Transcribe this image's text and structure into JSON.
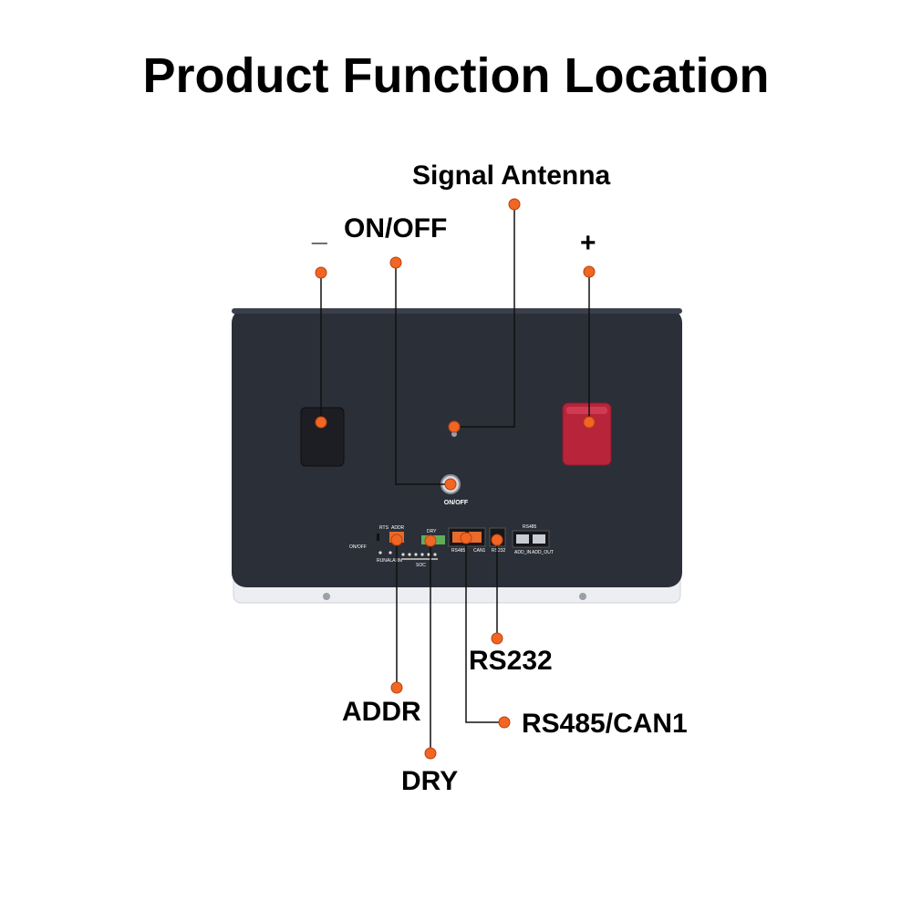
{
  "title": "Product Function Location",
  "colors": {
    "marker": "#f26522",
    "line": "#111111",
    "housing": "#2b2f38",
    "positive_terminal": "#b8243a",
    "negative_terminal": "#1e2026",
    "base": "#e9ebef"
  },
  "callouts": {
    "minus": "_",
    "onoff": "ON/OFF",
    "antenna": "Signal Antenna",
    "plus": "+",
    "rs232": "RS232",
    "addr": "ADDR",
    "rs485_can1": "RS485/CAN1",
    "dry": "DRY"
  },
  "panel_labels": {
    "onoff_button": "ON/OFF",
    "rts": "RTS",
    "addr": "ADDR",
    "dry": "DRY",
    "onoff_small": "ON/OFF",
    "run": "RUN",
    "alarm": "ALARM",
    "soc": "SOC",
    "rs485": "RS485",
    "can1": "CAN1",
    "rs232": "RS232",
    "rs485_group": "RS485",
    "add_in": "ADD_IN",
    "add_out": "ADD_OUT"
  },
  "icons": [
    "battery-housing",
    "terminal-negative",
    "terminal-positive",
    "antenna-connector",
    "power-button",
    "dip-switch",
    "rj45-port",
    "led-indicator",
    "screw",
    "marker-dot"
  ]
}
